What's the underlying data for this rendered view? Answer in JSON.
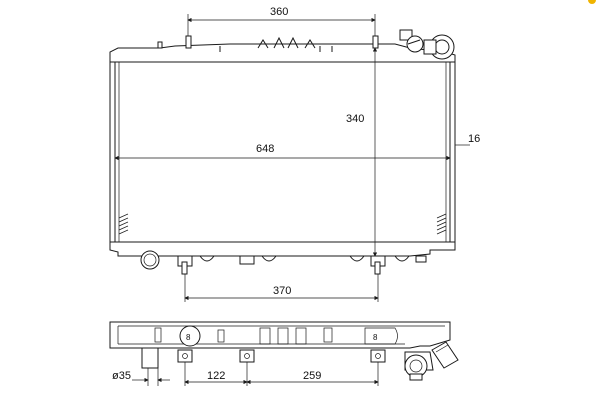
{
  "dimensions": {
    "top_width": "360",
    "height": "340",
    "core_width": "648",
    "thickness": "16",
    "bottom_span": "370",
    "pipe_diameter": "ø35",
    "offset_a": "122",
    "offset_b": "259"
  },
  "colors": {
    "line": "#1a1a1a",
    "accent": "#f0b400"
  }
}
